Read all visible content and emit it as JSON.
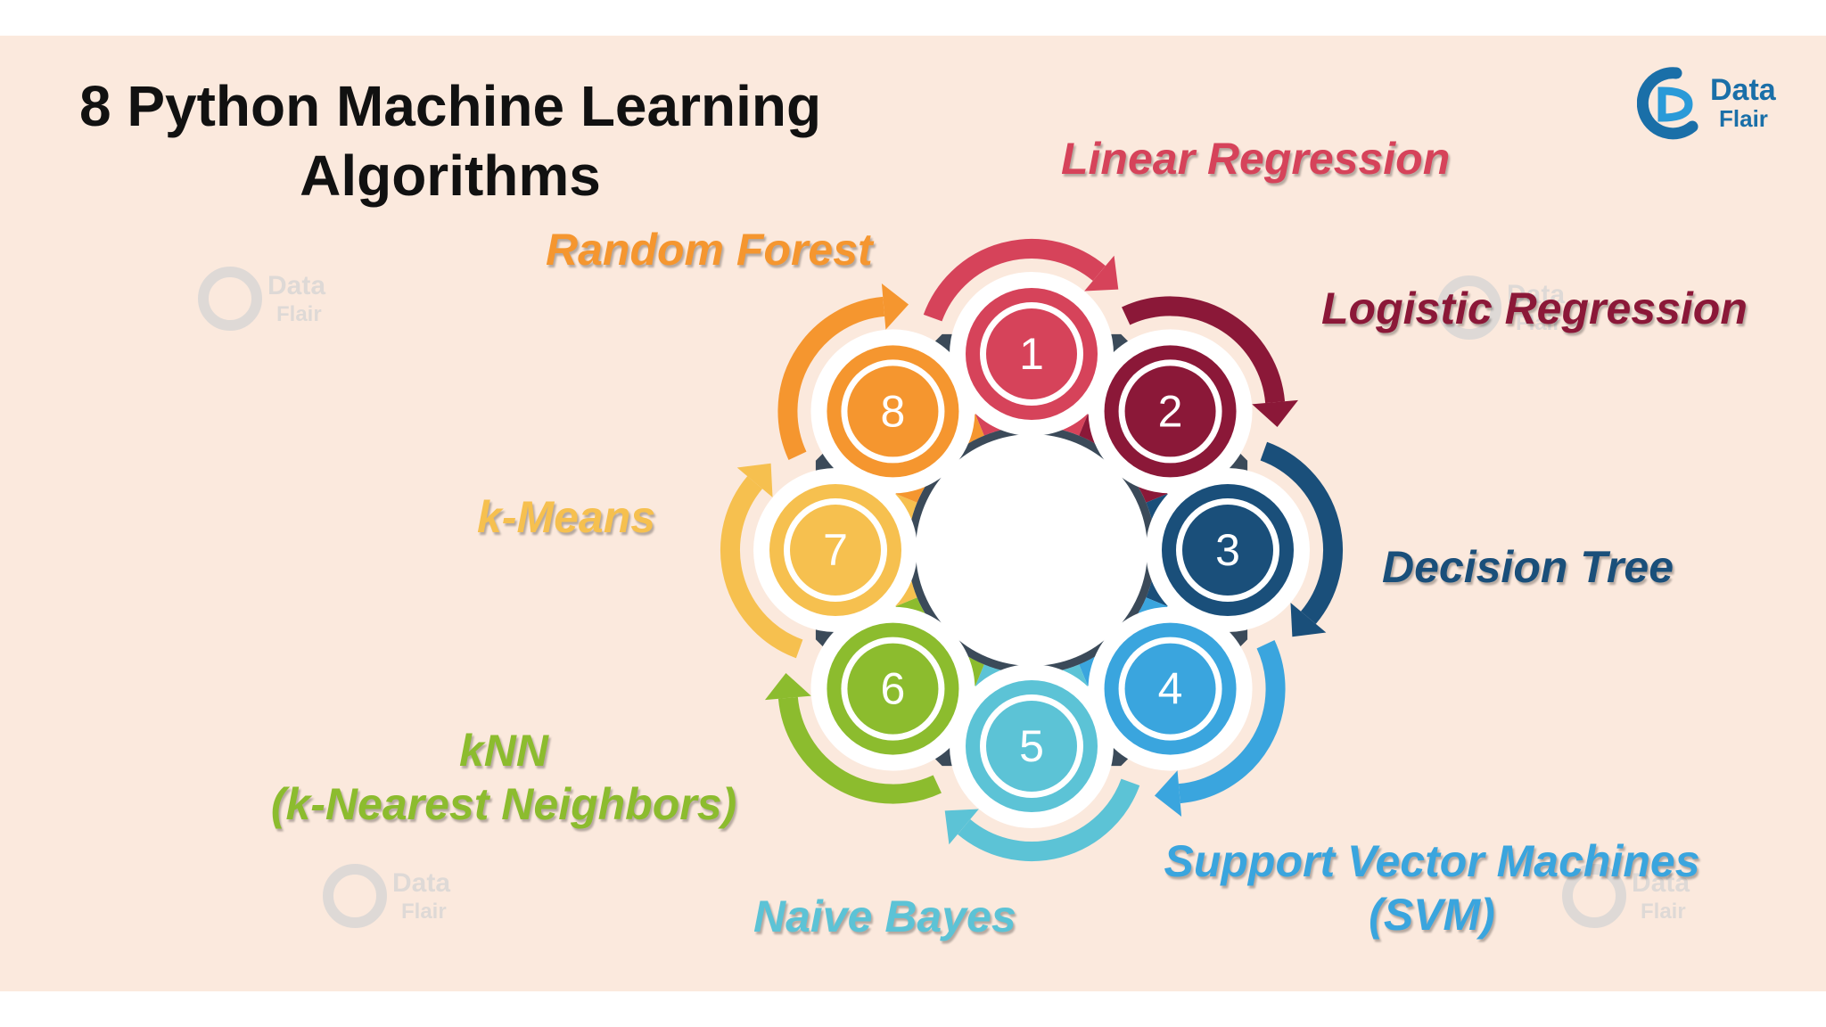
{
  "title": {
    "line1": "8 Python Machine Learning",
    "line2": "Algorithms"
  },
  "logo": {
    "line1": "Data",
    "line2": "Flair",
    "icon": "dataflair-logo-icon"
  },
  "colors": {
    "background": "#fbe9dd",
    "gear": "#3b4a59",
    "linear_regression": "#d6435a",
    "logistic_regression": "#8b1838",
    "decision_tree": "#1a4f7a",
    "svm": "#3aa5de",
    "naive_bayes": "#5cc3d6",
    "knn": "#8cbc2e",
    "k_means": "#f6c04f",
    "random_forest": "#f5962f"
  },
  "algorithms": [
    {
      "number": "1",
      "label": "Linear Regression",
      "color": "#d6435a"
    },
    {
      "number": "2",
      "label": "Logistic Regression",
      "color": "#8b1838"
    },
    {
      "number": "3",
      "label": "Decision Tree",
      "color": "#1a4f7a"
    },
    {
      "number": "4",
      "label_line1": "Support Vector Machines",
      "label_line2": "(SVM)",
      "color": "#3aa5de"
    },
    {
      "number": "5",
      "label": "Naive Bayes",
      "color": "#5cc3d6"
    },
    {
      "number": "6",
      "label_line1": "kNN",
      "label_line2": "(k-Nearest Neighbors)",
      "color": "#8cbc2e"
    },
    {
      "number": "7",
      "label": "k-Means",
      "color": "#f6c04f"
    },
    {
      "number": "8",
      "label": "Random Forest",
      "color": "#f5962f"
    }
  ]
}
